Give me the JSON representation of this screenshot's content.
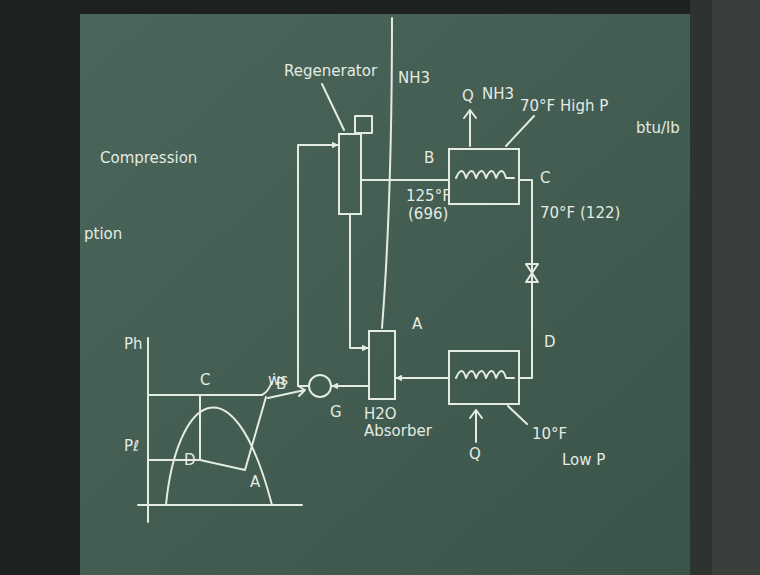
{
  "diagram": {
    "nodes": [
      {
        "text": [
          "Regenerator"
        ]
      },
      {
        "text": [
          "70°F High P"
        ]
      },
      {
        "text": [
          "10°F"
        ]
      },
      {
        "text": [
          "H2O Absorber"
        ]
      },
      {
        "text": [
          "G"
        ]
      }
    ],
    "edges": [
      {
        "from": 0,
        "to": 1,
        "arrow": "none"
      },
      {
        "from": 1,
        "to": 2,
        "arrow": "none"
      },
      {
        "from": 2,
        "to": 3,
        "arrow": "to"
      },
      {
        "from": 3,
        "to": 4,
        "arrow": "to"
      },
      {
        "from": 4,
        "to": 0,
        "arrow": "to"
      },
      {
        "from": 0,
        "to": 3,
        "arrow": "to"
      }
    ],
    "labels": [
      "Compression",
      "ption",
      "NH3",
      "Q",
      "NH3",
      "B",
      "125°F",
      "(696)",
      "C",
      "btu/lb",
      "70°F (122)",
      "D",
      "A",
      "Q",
      "Low P",
      "ẇs",
      "Ph",
      "C",
      "B",
      "Pℓ",
      "D",
      "A"
    ]
  }
}
